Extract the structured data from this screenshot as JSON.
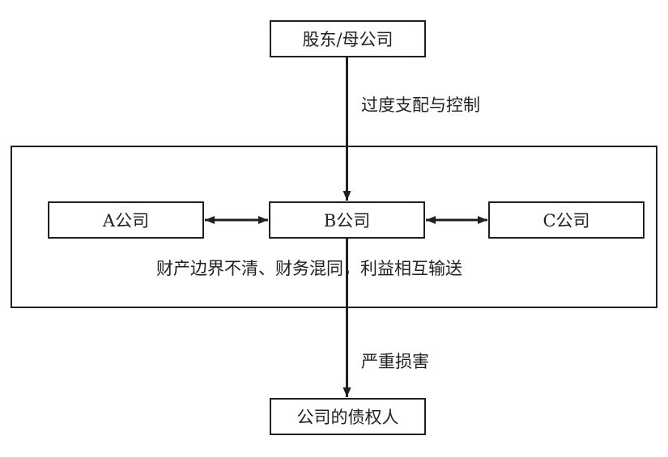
{
  "diagram": {
    "nodes": {
      "shareholder": "股东/母公司",
      "company_a": "A公司",
      "company_b": "B公司",
      "company_c": "C公司",
      "creditors": "公司的债权人"
    },
    "edges": {
      "control": "过度支配与控制",
      "harm": "严重损害"
    },
    "group_note": "财产边界不清、财务混同，利益相互输送",
    "colors": {
      "stroke": "#231f20",
      "background": "#ffffff"
    }
  }
}
